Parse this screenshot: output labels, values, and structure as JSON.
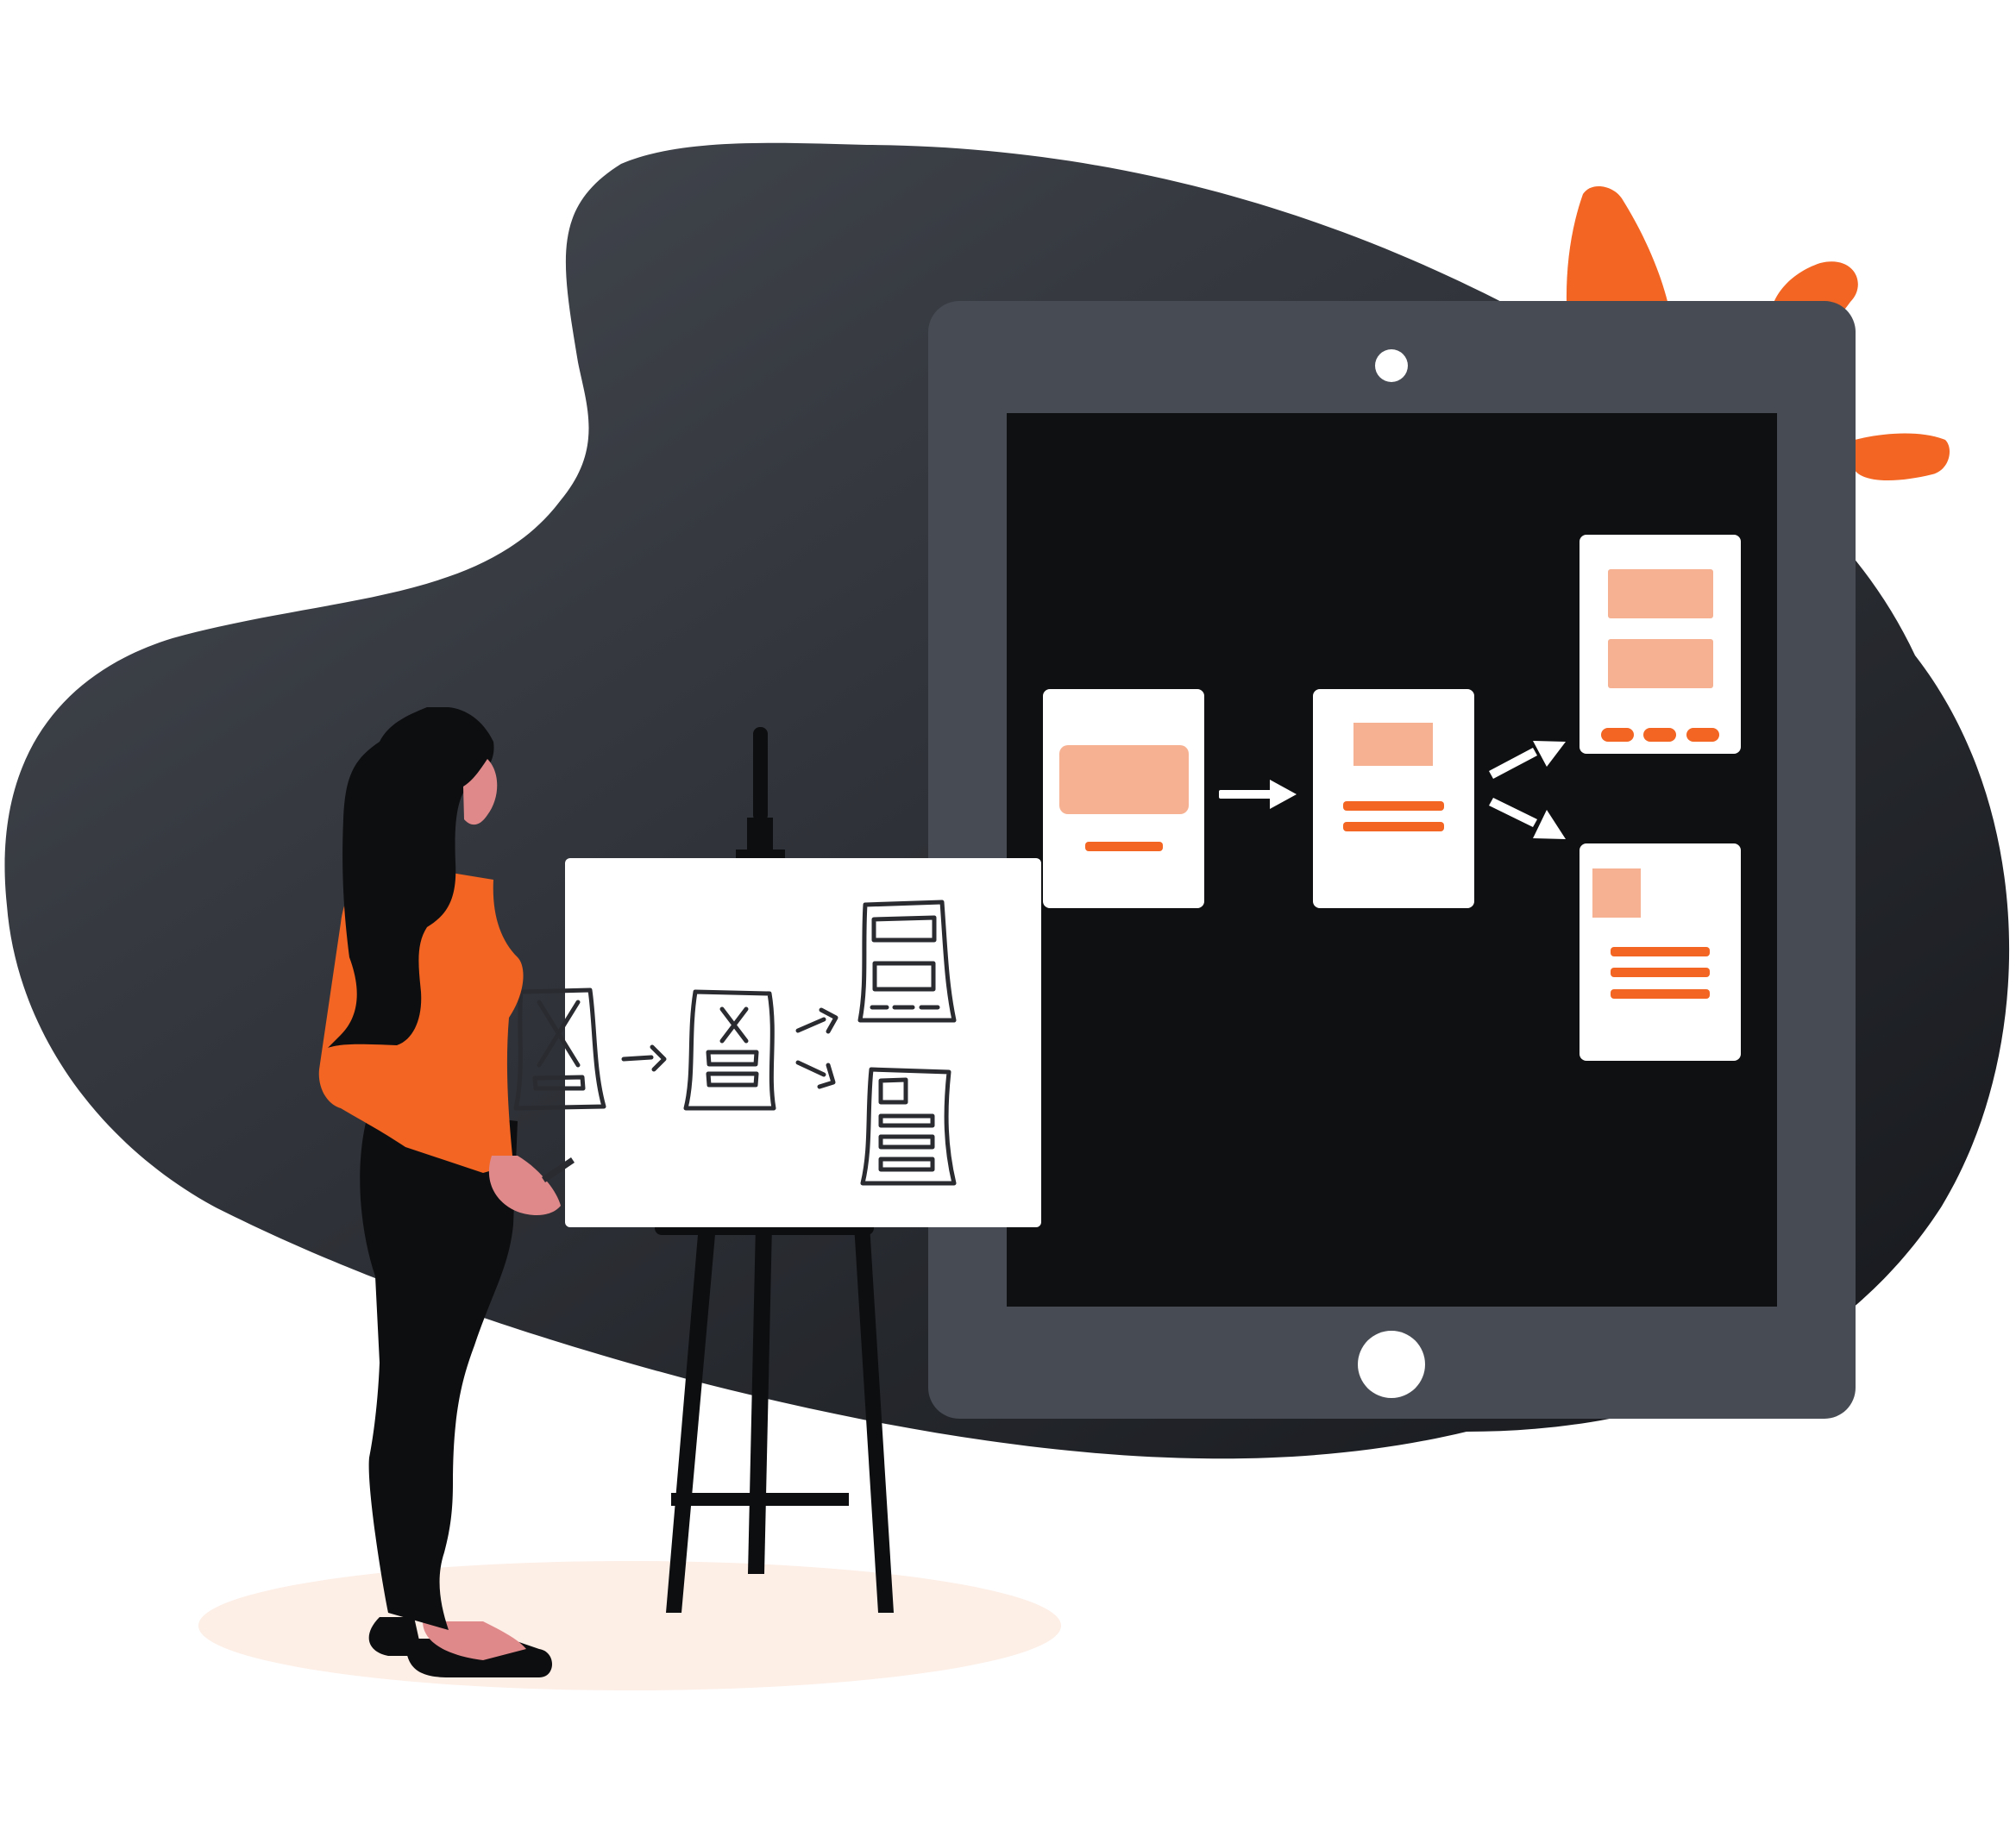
{
  "illustration": {
    "theme": "wireframe-to-tablet-ui-flow",
    "colors": {
      "blob_top": "#464a52",
      "blob_bottom": "#15171b",
      "tablet_frame": "#474b53",
      "tablet_screen": "#0f1012",
      "accent": "#f26522",
      "accent_light": "#f6b192",
      "card": "#ffffff",
      "sketch_ink": "#2a2b31",
      "floor_shadow": "#fdeee6",
      "skin": "#e0898a",
      "hair": "#0d0e10",
      "jacket": "#f26522",
      "pants": "#0d0e10",
      "easel": "#0d0e10"
    },
    "tablet": {
      "buttons": [
        "camera-dot",
        "home-button"
      ],
      "cards": [
        "landing-card",
        "detail-card",
        "list-card",
        "article-card"
      ]
    },
    "easel_board": {
      "sketches": [
        "sketch-hero",
        "sketch-detail",
        "sketch-list",
        "sketch-article"
      ]
    },
    "icons": [
      "leaf-icon",
      "arrow-right-icon",
      "arrow-up-right-icon",
      "arrow-down-right-icon"
    ]
  }
}
